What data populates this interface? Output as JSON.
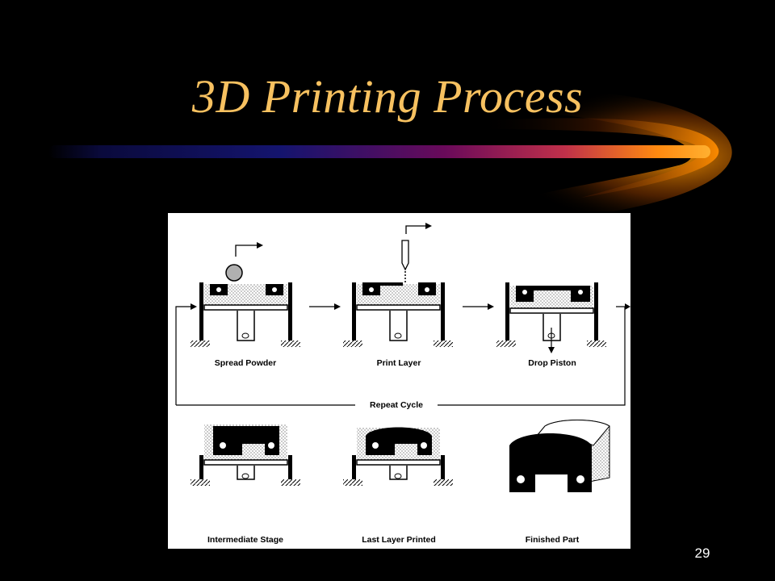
{
  "slide": {
    "title": "3D Printing Process",
    "page_number": "29"
  },
  "diagram": {
    "steps": [
      {
        "label": "Spread Powder"
      },
      {
        "label": "Print Layer"
      },
      {
        "label": "Drop Piston"
      }
    ],
    "cycle_label": "Repeat Cycle",
    "stages": [
      {
        "label": "Intermediate Stage"
      },
      {
        "label": "Last Layer Printed"
      },
      {
        "label": "Finished Part"
      }
    ]
  },
  "colors": {
    "title": "#f7c160",
    "background": "#000000",
    "swoosh_orange": "#ff9900",
    "swoosh_magenta": "#a0005a",
    "swoosh_blue": "#14146e"
  }
}
